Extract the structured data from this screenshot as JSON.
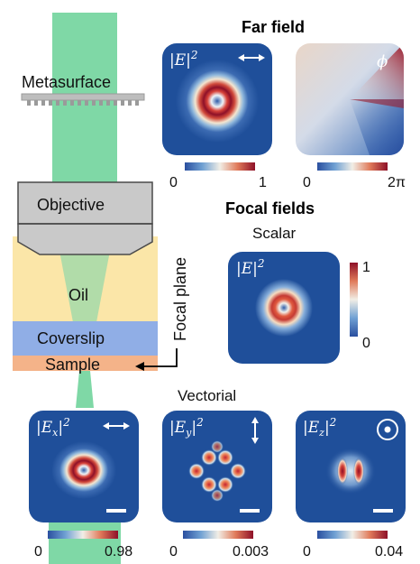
{
  "colors": {
    "beam": "#7fd8a6",
    "oil": "#fbe6a8",
    "coverslip": "#90aee6",
    "sample": "#f4b389",
    "objective_fill": "#c9c9c9",
    "panel_bg": "#1f4f9a"
  },
  "titles": {
    "far_field": "Far field",
    "focal_fields": "Focal fields",
    "scalar": "Scalar",
    "vectorial": "Vectorial"
  },
  "setup": {
    "metasurface": "Metasurface",
    "objective": "Objective",
    "oil": "Oil",
    "coverslip": "Coverslip",
    "sample": "Sample",
    "focal_plane": "Focal plane"
  },
  "panels": {
    "far_intensity": {
      "label_main": "|E|",
      "label_sup": "2",
      "icon": "horizontal-arrow-icon"
    },
    "far_phase": {
      "label_main": "ϕ"
    },
    "scalar": {
      "label_main": "|E|",
      "label_sup": "2"
    },
    "ex": {
      "label_main": "|E",
      "label_sub": "x",
      "label_end": "|",
      "label_sup": "2",
      "icon": "horizontal-arrow-icon"
    },
    "ey": {
      "label_main": "|E",
      "label_sub": "y",
      "label_end": "|",
      "label_sup": "2",
      "icon": "vertical-arrow-icon"
    },
    "ez": {
      "label_main": "|E",
      "label_sub": "z",
      "label_end": "|",
      "label_sup": "2",
      "icon": "out-of-plane-icon"
    }
  },
  "colorbars": {
    "far_intensity": {
      "min": "0",
      "max": "1"
    },
    "far_phase": {
      "min": "0",
      "max": "2π"
    },
    "scalar": {
      "min": "0",
      "max": "1"
    },
    "ex": {
      "min": "0",
      "max": "0.98"
    },
    "ey": {
      "min": "0",
      "max": "0.003"
    },
    "ez": {
      "min": "0",
      "max": "0.04"
    }
  }
}
